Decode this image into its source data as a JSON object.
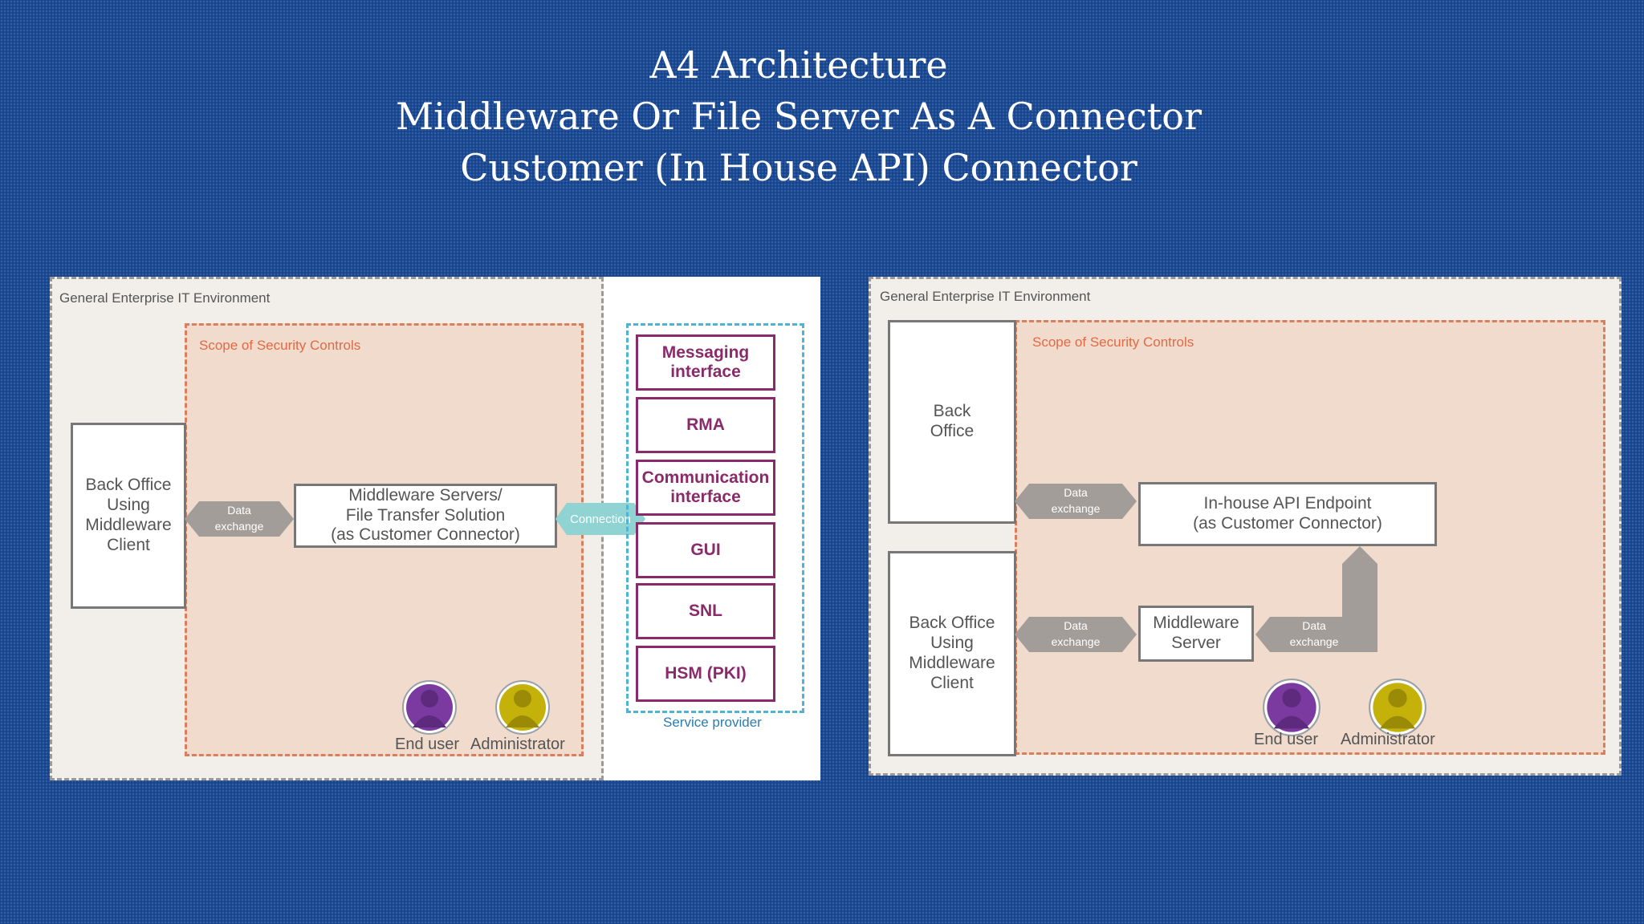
{
  "title": {
    "line1": "A4 Architecture",
    "line2": "Middleware Or File Server As A Connector",
    "line3": "Customer (In House API) Connector"
  },
  "left_diagram": {
    "environment_label": "General Enterprise IT Environment",
    "scope_label": "Scope of Security Controls",
    "back_office": "Back Office\nUsing\nMiddleware\nClient",
    "data_exchange": "Data\nexchange",
    "middleware": "Middleware Servers/\nFile Transfer Solution\n(as Customer Connector)",
    "connection": "Connection",
    "service_items": [
      "Messaging\ninterface",
      "RMA",
      "Communication\ninterface",
      "GUI",
      "SNL",
      "HSM (PKI)"
    ],
    "service_provider": "Service provider",
    "end_user": "End user",
    "administrator": "Administrator"
  },
  "right_diagram": {
    "environment_label": "General Enterprise IT Environment",
    "scope_label": "Scope of Security Controls",
    "back_office": "Back\nOffice",
    "back_office_client": "Back Office\nUsing\nMiddleware\nClient",
    "api_endpoint": "In-house API Endpoint\n(as Customer Connector)",
    "middleware_server": "Middleware\nServer",
    "data_exchange": "Data\nexchange",
    "end_user": "End user",
    "administrator": "Administrator"
  },
  "colors": {
    "background": "#1b4a97",
    "scope_fill": "#f0dbcc",
    "scope_border": "#d8805e",
    "service_border": "#8b2a6a",
    "service_group_border": "#4fb3d6",
    "arrow_gray": "#a39d99",
    "connection": "#8fd3d2",
    "end_user_icon": "#7a3aa0",
    "administrator_icon": "#c4b20a"
  }
}
